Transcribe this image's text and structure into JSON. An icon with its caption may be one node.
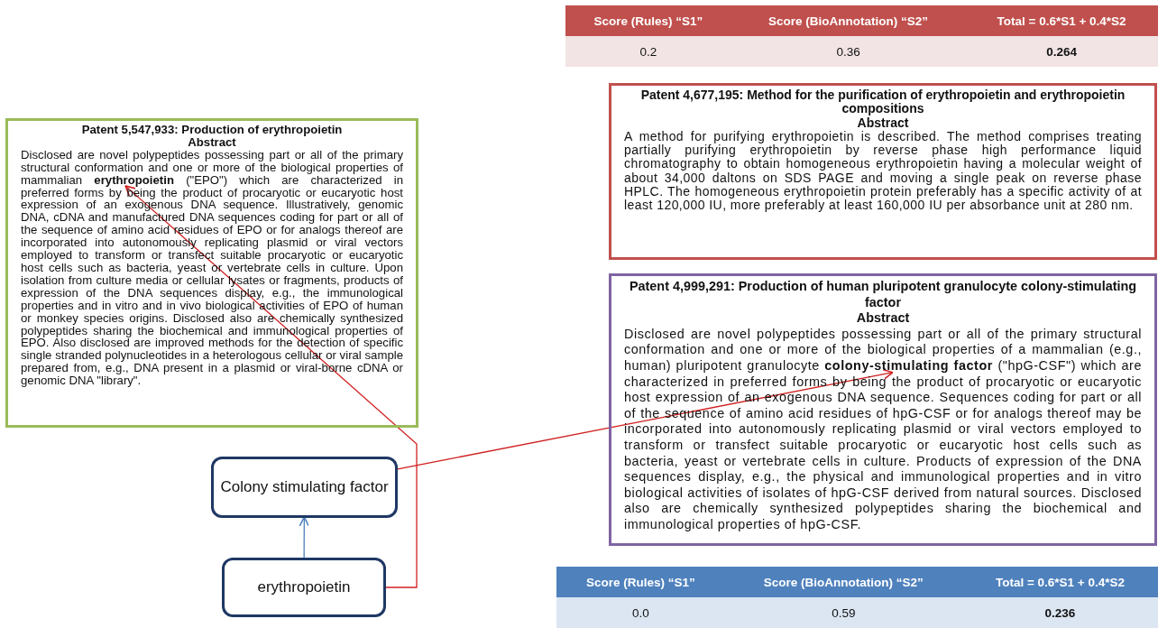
{
  "diagram": {
    "nodes": [
      {
        "text": [
          "Patent 5,547,933: Production of erythropoietin",
          "Abstract",
          "Disclosed are novel polypeptides possessing part or all of the primary structural conformation and one or more of the biological properties of mammalian **erythropoietin** (\"EPO\") which are characterized in preferred forms by being the product of procaryotic or eucaryotic host expression of an exogenous DNA sequence. Illustratively, genomic DNA, cDNA and manufactured DNA sequences coding for part or all of the sequence of amino acid residues of EPO or for analogs thereof are incorporated into autonomously replicating plasmid or viral vectors employed to transform or transfect suitable procaryotic or eucaryotic host cells such as bacteria, yeast or vertebrate cells in culture. Upon isolation from culture media or cellular lysates or fragments, products of expression of the DNA sequences display, e.g., the immunological properties and in vitro and in vivo biological activities of EPO of human or monkey species origins. Disclosed also are chemically synthesized polypeptides sharing the biochemical and immunological properties of EPO. Also disclosed are improved methods for the detection of specific single stranded polynucleotides in a heterologous cellular or viral sample prepared from, e.g., DNA present in a plasmid or viral-borne cDNA or genomic DNA \"library\"."
        ]
      },
      {
        "text": [
          "Patent 4,677,195: Method for the purification of erythropoietin and erythropoietin compositions",
          "Abstract",
          "A method for purifying erythropoietin is described. The method comprises treating partially purifying erythropoietin by reverse phase high performance liquid chromatography to obtain homogeneous erythropoietin having a molecular weight of about 34,000 daltons on SDS PAGE and moving a single peak on reverse phase HPLC. The homogeneous erythropoietin protein preferably has a specific activity of at least 120,000 IU, more preferably at least 160,000 IU per absorbance unit at 280 nm."
        ]
      },
      {
        "text": [
          "Patent 4,999,291: Production of human pluripotent granulocyte colony-stimulating factor",
          "Abstract",
          "Disclosed are novel polypeptides possessing part or all of the primary structural conformation and one or more of the biological properties of a mammalian (e.g., human) pluripotent granulocyte **colony-stimulating factor** (\"hpG-CSF\") which are characterized in preferred forms by being the product of procaryotic or eucaryotic host expression of an exogenous DNA sequence. Sequences coding for part or all of the sequence of amino acid residues of hpG-CSF or for analogs thereof may be incorporated into autonomously replicating plasmid or viral vectors employed to transform or transfect suitable procaryotic or eucaryotic host cells such as bacteria, yeast or vertebrate cells in culture. Products of expression of the DNA sequences display, e.g., the physical and immunological properties and in vitro biological activities of isolates of hpG-CSF derived from natural sources. Disclosed also are chemically synthesized polypeptides sharing the biochemical and immunological properties of hpG-CSF."
        ]
      },
      {
        "text": [
          "Colony stimulating factor"
        ]
      },
      {
        "text": [
          "erythropoietin"
        ]
      }
    ],
    "edges": [
      {
        "from": 4,
        "to": 3,
        "arrow": "to",
        "color": "#4f81bd"
      },
      {
        "from": 4,
        "to": 0,
        "arrow": "to"
      },
      {
        "from": 3,
        "to": 2,
        "arrow": "to"
      }
    ],
    "labels": [
      "Score (Rules) “S1”",
      "Score (BioAnnotation)  “S2”",
      "Total = 0.6*S1 + 0.4*S2",
      "0.2",
      "0.36",
      "0.264",
      "Score (Rules) “S1”",
      "Score (BioAnnotation)  “S2”",
      "Total = 0.6*S1 + 0.4*S2",
      "0.0",
      "0.59",
      "0.236"
    ]
  }
}
